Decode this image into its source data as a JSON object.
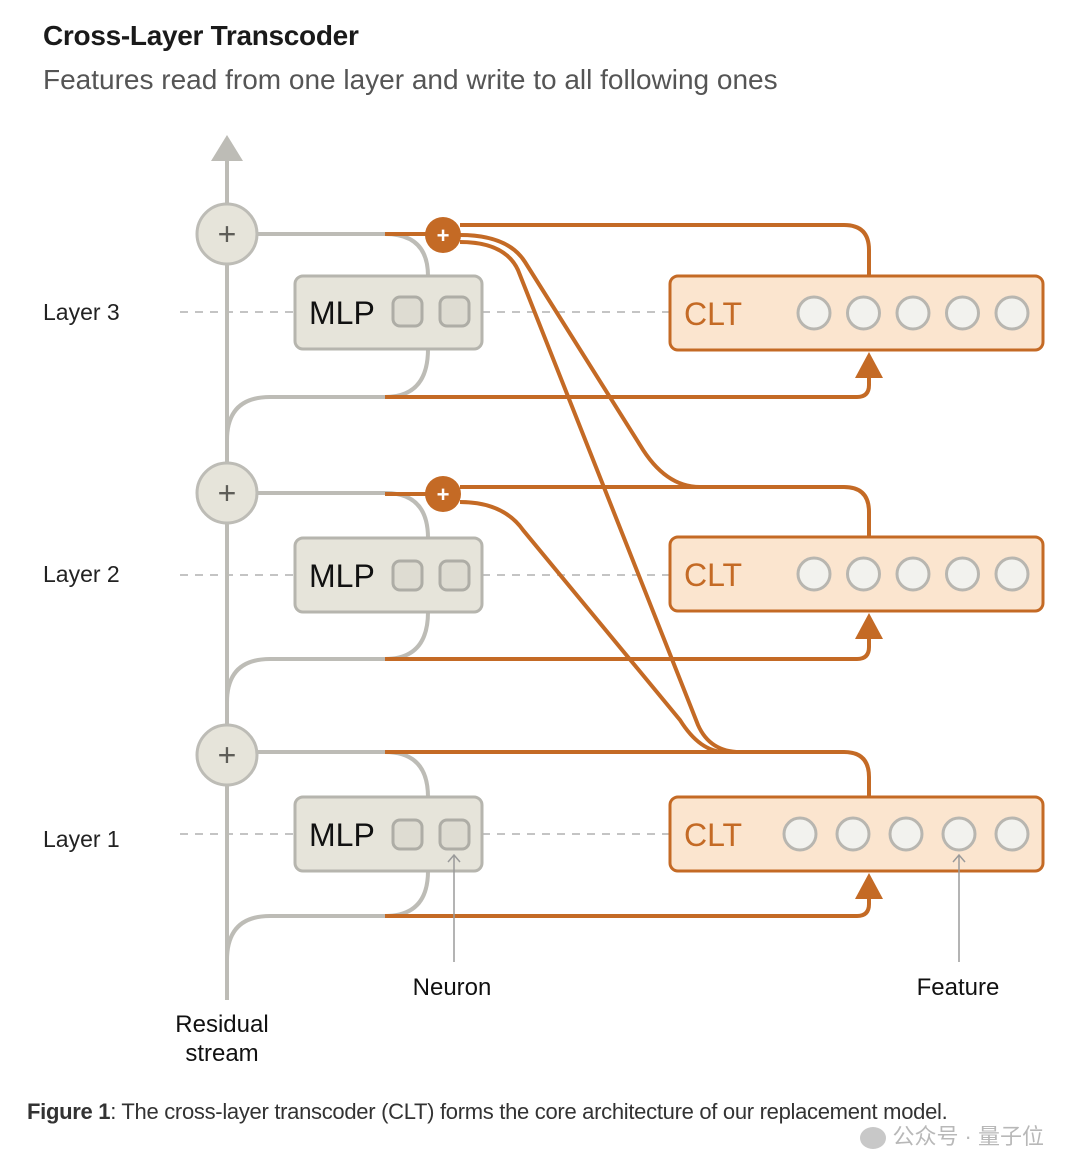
{
  "header": {
    "title": "Cross-Layer Transcoder",
    "subtitle": "Features read from one layer and write to all following ones"
  },
  "diagram": {
    "layers": [
      {
        "label": "Layer 3",
        "mlp_label": "MLP",
        "clt_label": "CLT",
        "neurons": 2,
        "features": 5
      },
      {
        "label": "Layer 2",
        "mlp_label": "MLP",
        "clt_label": "CLT",
        "neurons": 2,
        "features": 5
      },
      {
        "label": "Layer 1",
        "mlp_label": "MLP",
        "clt_label": "CLT",
        "neurons": 2,
        "features": 5
      }
    ],
    "plus_symbol": "+",
    "annotations": {
      "neuron": "Neuron",
      "feature": "Feature",
      "residual_line1": "Residual",
      "residual_line2": "stream"
    },
    "colors": {
      "orange": "#c46a25",
      "clt_fill": "#fbe5cf",
      "gray_line": "#bdbcb6",
      "mlp_fill": "#e6e4da",
      "mlp_stroke": "#b6b5ae",
      "feature_fill": "#f2f2ee"
    }
  },
  "caption": {
    "label": "Figure 1",
    "text": ": The cross-layer transcoder (CLT) forms the core architecture of our replacement model."
  },
  "watermark": {
    "text": "公众号 · 量子位"
  }
}
